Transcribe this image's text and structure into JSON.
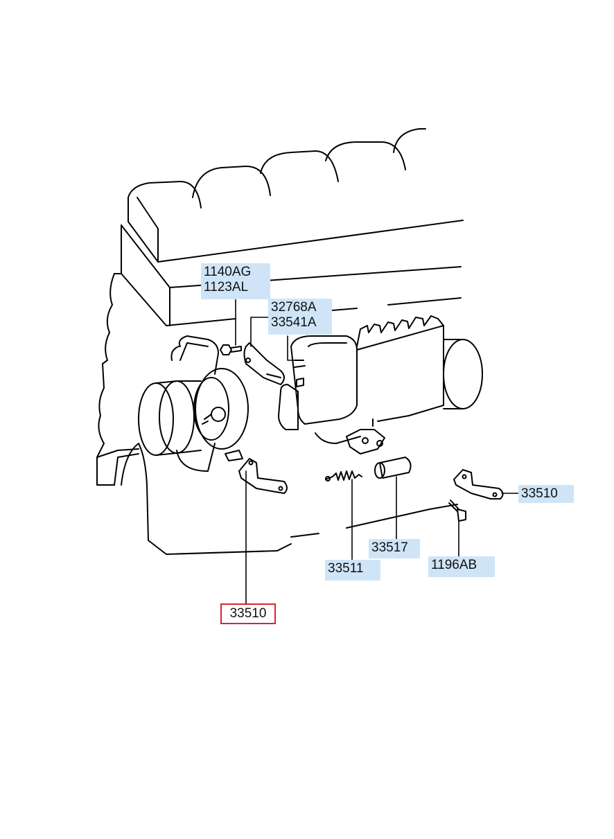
{
  "diagram": {
    "callouts": [
      {
        "lines": [
          "1140AG",
          "1123AL"
        ]
      },
      {
        "lines": [
          "32768A",
          "33541A"
        ]
      },
      {
        "lines": [
          "33510"
        ]
      },
      {
        "lines": [
          "33517"
        ]
      },
      {
        "lines": [
          "33511"
        ]
      },
      {
        "lines": [
          "1196AB"
        ]
      },
      {
        "lines": [
          "33510"
        ],
        "selected": true
      }
    ],
    "colors": {
      "callout_fill": "#cfe5f7",
      "selected_border": "#d9242f",
      "line_art": "#000000"
    }
  }
}
